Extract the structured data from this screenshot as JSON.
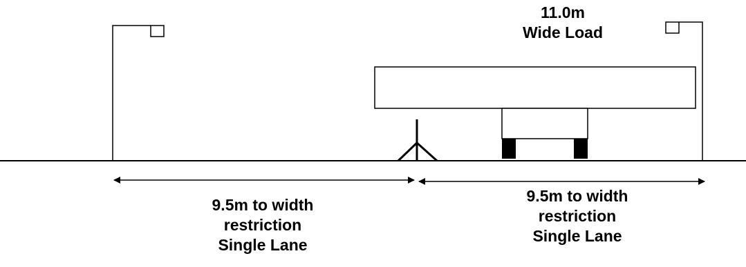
{
  "load_label": {
    "width": "11.0m",
    "name": "Wide Load"
  },
  "left_dimension": {
    "line1": "9.5m to width",
    "line2": "restriction",
    "line3": "Single Lane"
  },
  "right_dimension": {
    "line1": "9.5m to width",
    "line2": "restriction",
    "line3": "Single Lane"
  },
  "colors": {
    "ink": "#000000",
    "background": "#ffffff"
  }
}
